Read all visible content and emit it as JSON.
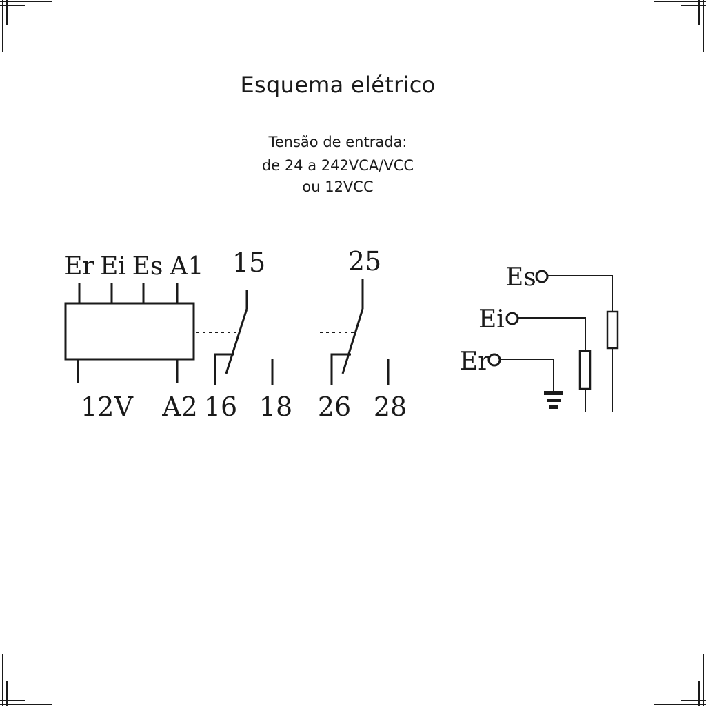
{
  "title": "Esquema elétrico",
  "voltage": {
    "line1": "Tensão de entrada:",
    "line2": "de 24 a 242VCA/VCC",
    "line3": "ou 12VCC"
  },
  "relay": {
    "top_terminals": [
      "Er",
      "Ei",
      "Es",
      "A1"
    ],
    "bottom_terminals": [
      "12V",
      "A2"
    ],
    "contact1": {
      "common": "15",
      "nc": "16",
      "no": "18"
    },
    "contact2": {
      "common": "25",
      "nc": "26",
      "no": "28"
    }
  },
  "electrodes": {
    "es": "Es",
    "ei": "Ei",
    "er": "Er"
  }
}
